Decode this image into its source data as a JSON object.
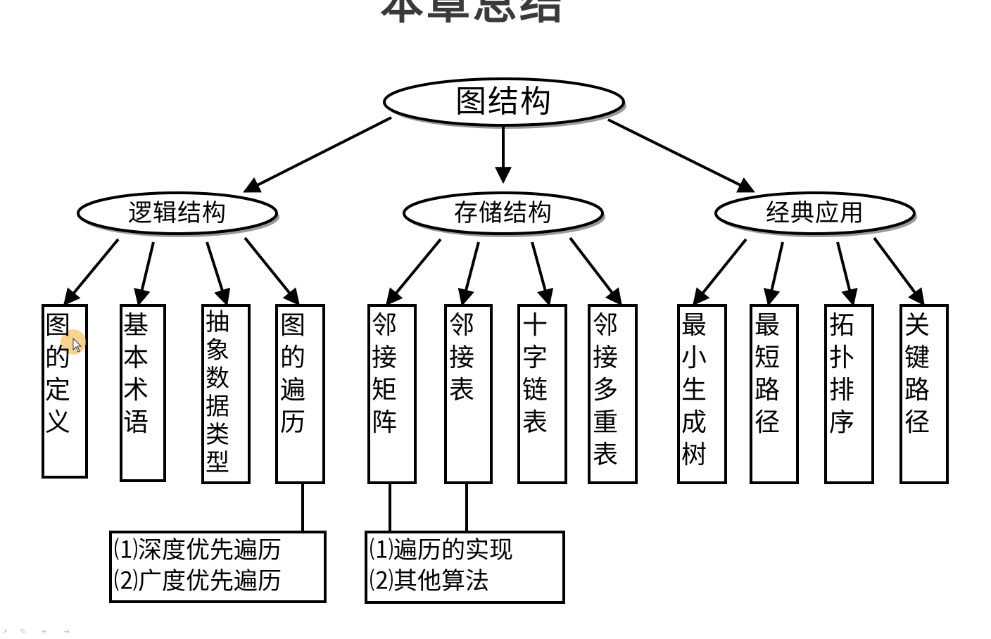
{
  "slide": {
    "title": "本章总结"
  },
  "diagram": {
    "root": "图结构",
    "branches": [
      {
        "label": "逻辑结构",
        "leaves": [
          "图的定义",
          "基本术语",
          "抽象数据类型",
          "图的遍历"
        ]
      },
      {
        "label": "存储结构",
        "leaves": [
          "邻接矩阵",
          "邻接表",
          "十字链表",
          "邻接多重表"
        ]
      },
      {
        "label": "经典应用",
        "leaves": [
          "最小生成树",
          "最短路径",
          "拓扑排序",
          "关键路径"
        ]
      }
    ],
    "notes": [
      {
        "lines": [
          "⑴深度优先遍历",
          "⑵广度优先遍历"
        ]
      },
      {
        "lines": [
          "⑴遍历的实现",
          "⑵其他算法"
        ]
      }
    ]
  },
  "colors": {
    "stroke": "#000000",
    "title": "#3a3a3a",
    "shadow": "#9a9a9a",
    "cursor_highlight": "#f5c46b"
  },
  "icons": {
    "cursor": "mouse-pointer-icon",
    "player": [
      "pen-tool-icon",
      "pen-icon",
      "menu-icon",
      "next-slide-icon"
    ]
  }
}
